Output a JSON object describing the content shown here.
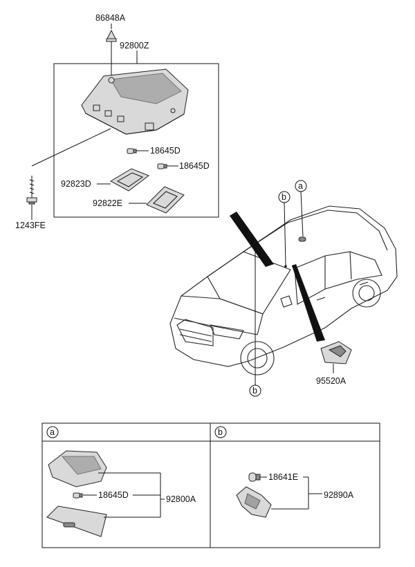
{
  "callouts": {
    "p86848A": "86848A",
    "p92800Z": "92800Z",
    "p18645D_1": "18645D",
    "p18645D_2": "18645D",
    "p92823D": "92823D",
    "p92822E": "92822E",
    "p1243FE": "1243FE",
    "p95520A": "95520A",
    "ref_a_top": "a",
    "ref_b_top": "b",
    "ref_b_bottom": "b"
  },
  "detail_a": {
    "tag": "a",
    "p18645D": "18645D",
    "p92800A": "92800A"
  },
  "detail_b": {
    "tag": "b",
    "p18641E": "18641E",
    "p92890A": "92890A"
  }
}
